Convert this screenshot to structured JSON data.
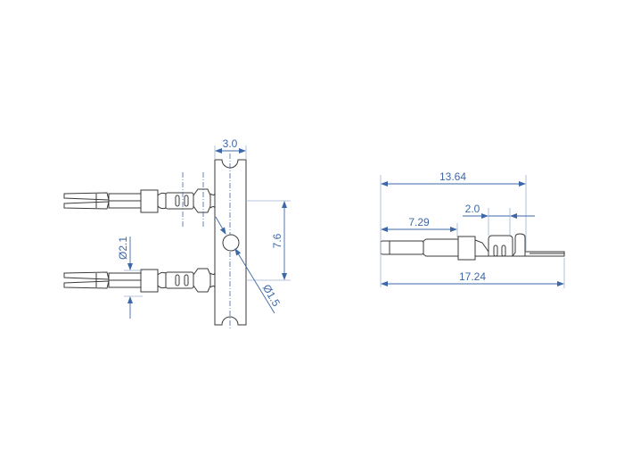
{
  "dimensions": {
    "strip_width": "3.0",
    "pitch": "7.6",
    "wire_diameter": "Ø2.1",
    "hole_diameter": "Ø1.5",
    "overall_to_crimp": "13.64",
    "pin_length": "7.29",
    "crimp_length": "2.0",
    "overall_length": "17.24"
  },
  "colors": {
    "dimension": "#3d68a8",
    "outline": "#3a3a3a"
  }
}
